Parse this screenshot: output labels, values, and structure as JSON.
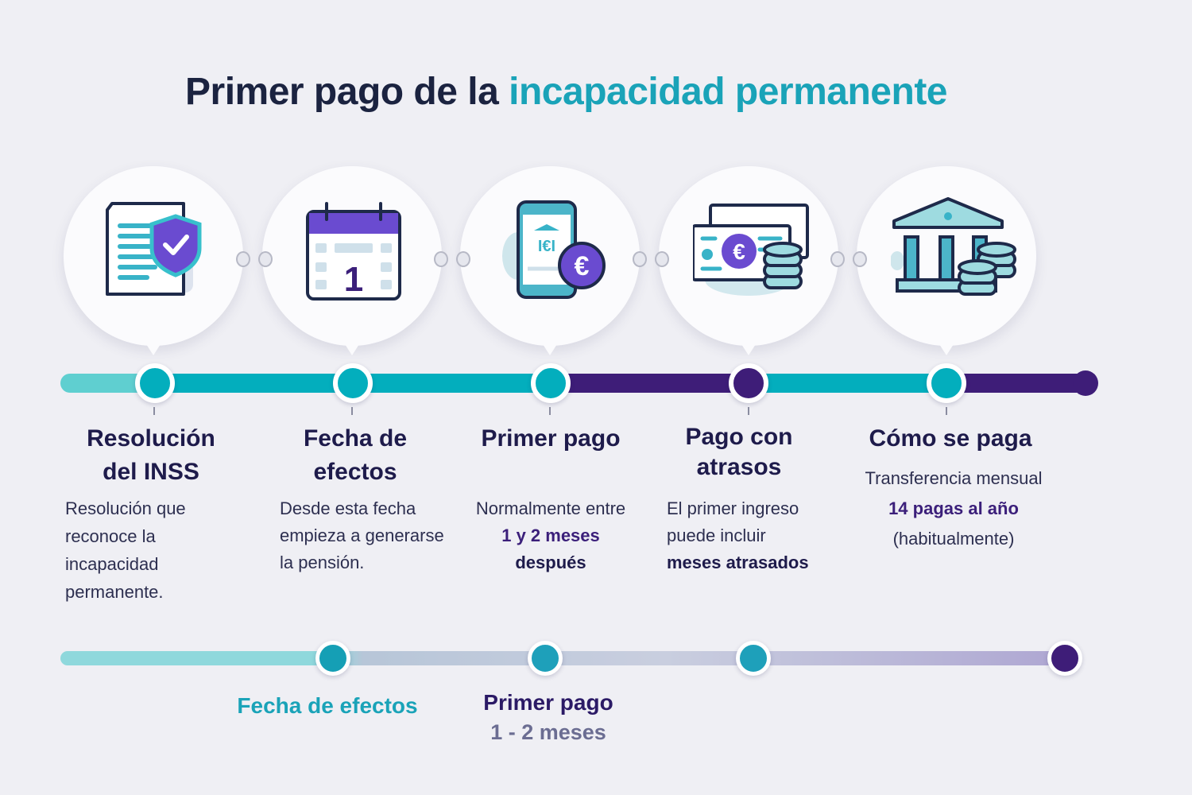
{
  "title": {
    "part1": "Primer pago de la",
    "part2": "incapacidad permanente"
  },
  "colors": {
    "teal": "#03aebd",
    "light_teal": "#5fcfd0",
    "purple": "#3e1d78",
    "navy": "#1e1b4b"
  },
  "steps": [
    {
      "icon": "document-shield-icon",
      "title1": "Resolución",
      "title2": "del INSS",
      "lines": [
        "Resolución que",
        "reconoce la",
        "incapacidad",
        "permanente."
      ]
    },
    {
      "icon": "calendar-icon",
      "title1": "Fecha de",
      "title2": "efectos",
      "calendar_day": "1",
      "lines": [
        "Desde esta fecha",
        "empieza a generarse",
        "la pensión."
      ]
    },
    {
      "icon": "phone-euro-icon",
      "title1": "Primer pago",
      "lines": [
        "Normalmente entre"
      ],
      "bold_lines": [
        "1 y 2 meses",
        "después"
      ]
    },
    {
      "icon": "banknotes-coins-icon",
      "title1": "Pago con",
      "title2": "atrasos",
      "lines": [
        "El primer ingreso",
        "puede incluir"
      ],
      "bold_lines": [
        "meses atrasados"
      ]
    },
    {
      "icon": "bank-coins-icon",
      "title1": "Cómo se paga",
      "lines": [
        "Transferencia mensual",
        "(habitualmente)"
      ],
      "bold_lines": [
        "14 pagas al año"
      ]
    }
  ],
  "bottom_timeline": {
    "label1": "Fecha de efectos",
    "label2": "Primer pago",
    "label2_sub": "1 - 2 meses"
  }
}
